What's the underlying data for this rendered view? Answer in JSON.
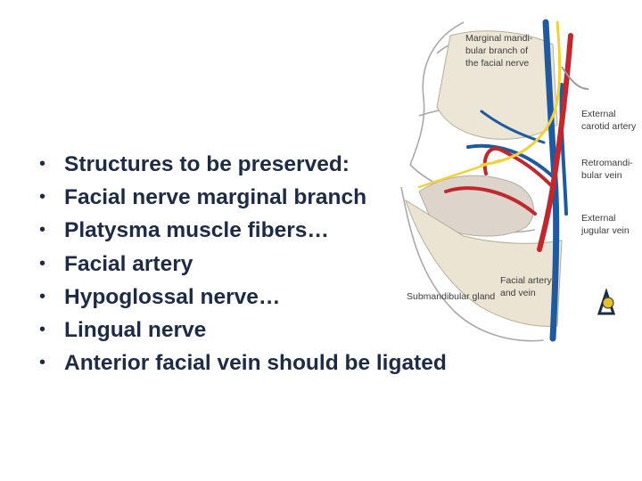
{
  "slide": {
    "bullets": [
      "Structures to be preserved:",
      "Facial nerve marginal branch",
      "Platysma muscle fibers…",
      "Facial artery",
      "Hypoglossal nerve…",
      "Lingual nerve",
      "Anterior facial vein should be ligated"
    ],
    "bullet_glyph": "•"
  },
  "illustration": {
    "labels": {
      "marginal": [
        "Marginal mandi-",
        "bular branch of",
        "the facial nerve"
      ],
      "external_carotid": [
        "External",
        "carotid artery"
      ],
      "retromandibular": [
        "Retromandi-",
        "bular vein"
      ],
      "external_jugular": [
        "External",
        "jugular vein"
      ],
      "facial_artery_vein": [
        "Facial artery",
        "and vein"
      ],
      "submandibular": "Submandibular gland"
    },
    "colors": {
      "artery": "#c0282d",
      "vein": "#1f5a9e",
      "nerve": "#f2d23a",
      "bone": "#ece6d6",
      "outline": "#9a9a9a",
      "text": "#1e2b44"
    }
  }
}
